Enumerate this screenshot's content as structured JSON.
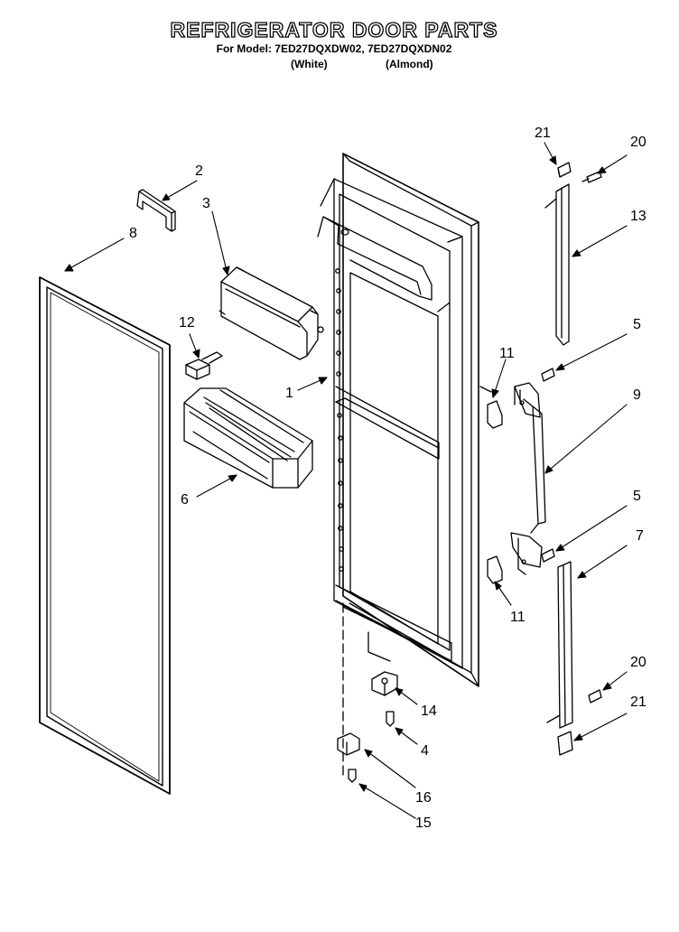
{
  "header": {
    "title": "REFRIGERATOR DOOR PARTS",
    "model_line": "For Model: 7ED27DQXDW02, 7ED27DQXDN02",
    "color_white": "(White)",
    "color_almond": "(Almond)"
  },
  "callouts": {
    "c1": "1",
    "c2": "2",
    "c3": "3",
    "c4": "4",
    "c5a": "5",
    "c5b": "5",
    "c6": "6",
    "c7": "7",
    "c8": "8",
    "c9": "9",
    "c11a": "11",
    "c11b": "11",
    "c12": "12",
    "c13": "13",
    "c14": "14",
    "c15": "15",
    "c16": "16",
    "c20a": "20",
    "c20b": "20",
    "c21a": "21",
    "c21b": "21"
  }
}
